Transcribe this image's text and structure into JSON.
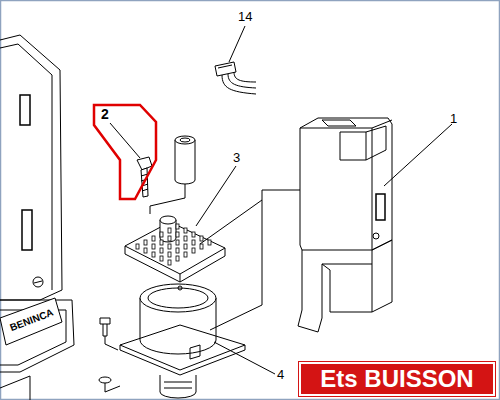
{
  "diagram": {
    "nodes": [
      {
        "text": [
          "2"
        ]
      },
      {
        "text": [
          "Ets BUISSON"
        ]
      }
    ],
    "edges": [],
    "labels": [
      "14",
      "3",
      "1",
      "4",
      "BENINCA"
    ]
  }
}
